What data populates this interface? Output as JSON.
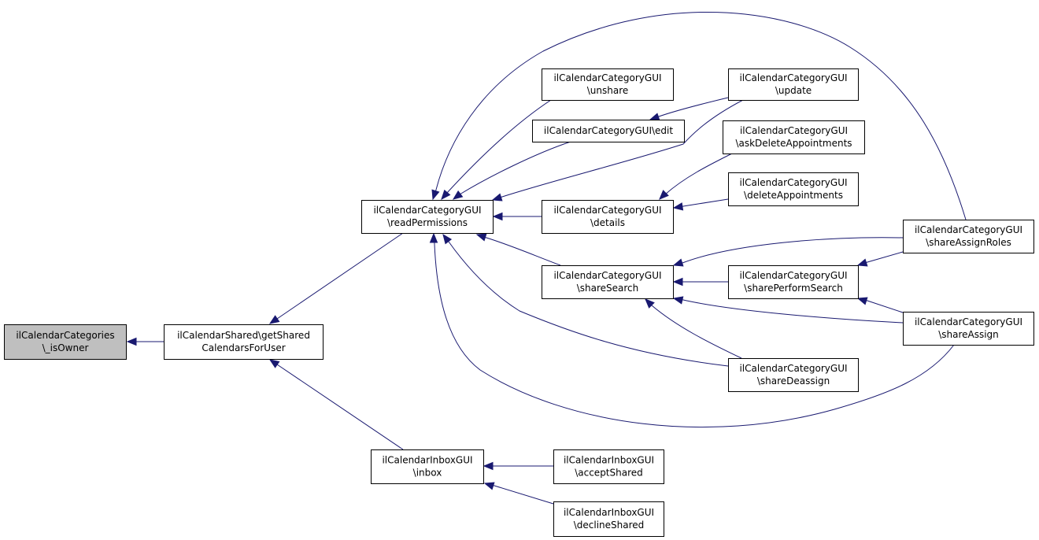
{
  "nodes": [
    {
      "id": "isOwner",
      "lines": [
        "ilCalendarCategories",
        "\\_isOwner"
      ],
      "highlight": true
    },
    {
      "id": "getShared",
      "lines": [
        "ilCalendarShared\\getShared",
        "CalendarsForUser"
      ]
    },
    {
      "id": "readPermissions",
      "lines": [
        "ilCalendarCategoryGUI",
        "\\readPermissions"
      ]
    },
    {
      "id": "inbox",
      "lines": [
        "ilCalendarInboxGUI",
        "\\inbox"
      ]
    },
    {
      "id": "unshare",
      "lines": [
        "ilCalendarCategoryGUI",
        "\\unshare"
      ]
    },
    {
      "id": "edit",
      "lines": [
        "ilCalendarCategoryGUI\\edit"
      ]
    },
    {
      "id": "details",
      "lines": [
        "ilCalendarCategoryGUI",
        "\\details"
      ]
    },
    {
      "id": "shareSearch",
      "lines": [
        "ilCalendarCategoryGUI",
        "\\shareSearch"
      ]
    },
    {
      "id": "update",
      "lines": [
        "ilCalendarCategoryGUI",
        "\\update"
      ]
    },
    {
      "id": "askDelete",
      "lines": [
        "ilCalendarCategoryGUI",
        "\\askDeleteAppointments"
      ]
    },
    {
      "id": "deleteAppts",
      "lines": [
        "ilCalendarCategoryGUI",
        "\\deleteAppointments"
      ]
    },
    {
      "id": "sharePerform",
      "lines": [
        "ilCalendarCategoryGUI",
        "\\sharePerformSearch"
      ]
    },
    {
      "id": "shareDeassign",
      "lines": [
        "ilCalendarCategoryGUI",
        "\\shareDeassign"
      ]
    },
    {
      "id": "shareAssignRoles",
      "lines": [
        "ilCalendarCategoryGUI",
        "\\shareAssignRoles"
      ]
    },
    {
      "id": "shareAssign",
      "lines": [
        "ilCalendarCategoryGUI",
        "\\shareAssign"
      ]
    },
    {
      "id": "acceptShared",
      "lines": [
        "ilCalendarInboxGUI",
        "\\acceptShared"
      ]
    },
    {
      "id": "declineShared",
      "lines": [
        "ilCalendarInboxGUI",
        "\\declineShared"
      ]
    }
  ],
  "edges": [
    {
      "from": "getShared",
      "to": "isOwner"
    },
    {
      "from": "readPermissions",
      "to": "getShared"
    },
    {
      "from": "inbox",
      "to": "getShared"
    },
    {
      "from": "unshare",
      "to": "readPermissions"
    },
    {
      "from": "edit",
      "to": "readPermissions"
    },
    {
      "from": "details",
      "to": "readPermissions"
    },
    {
      "from": "shareSearch",
      "to": "readPermissions"
    },
    {
      "from": "update",
      "to": "readPermissions"
    },
    {
      "from": "update",
      "to": "edit"
    },
    {
      "from": "askDelete",
      "to": "details"
    },
    {
      "from": "deleteAppts",
      "to": "details"
    },
    {
      "from": "shareAssignRoles",
      "to": "readPermissions"
    },
    {
      "from": "shareAssignRoles",
      "to": "shareSearch"
    },
    {
      "from": "shareAssignRoles",
      "to": "sharePerform"
    },
    {
      "from": "sharePerform",
      "to": "shareSearch"
    },
    {
      "from": "shareAssign",
      "to": "shareSearch"
    },
    {
      "from": "shareAssign",
      "to": "sharePerform"
    },
    {
      "from": "shareAssign",
      "to": "readPermissions"
    },
    {
      "from": "shareDeassign",
      "to": "shareSearch"
    },
    {
      "from": "shareDeassign",
      "to": "readPermissions"
    },
    {
      "from": "acceptShared",
      "to": "inbox"
    },
    {
      "from": "declineShared",
      "to": "inbox"
    }
  ],
  "colors": {
    "edge": "#191970",
    "highlight_fill": "#bfbfbf",
    "node_fill": "#ffffff",
    "border": "#000000"
  }
}
